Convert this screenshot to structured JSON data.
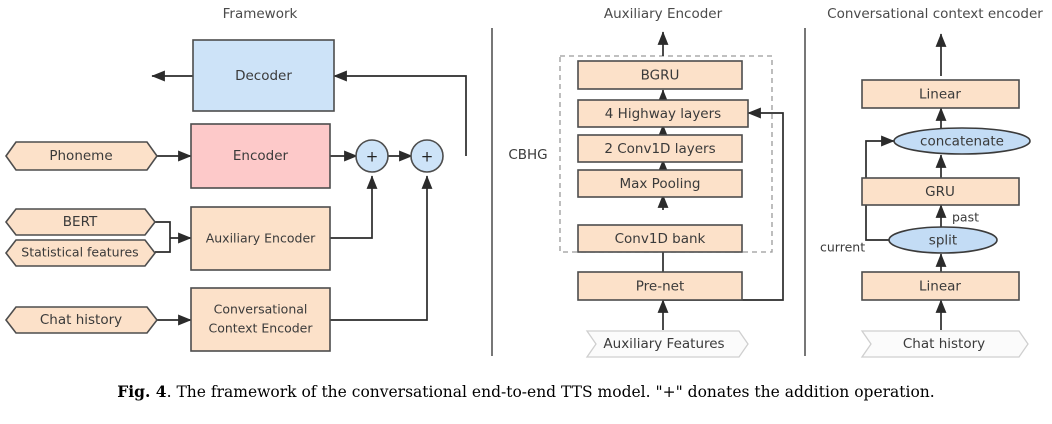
{
  "figure": {
    "caption_lead": "Fig. 4",
    "caption_text": ". The framework of the conversational end-to-end TTS model. \"+\" donates the addition operation."
  },
  "panels": [
    {
      "id": "framework",
      "title": "Framework"
    },
    {
      "id": "auxiliary-encoder",
      "title": "Auxiliary Encoder"
    },
    {
      "id": "conversational-context-encoder",
      "title": "Conversational context encoder"
    }
  ],
  "framework": {
    "nodes": {
      "decoder": "Decoder",
      "encoder": "Encoder",
      "phoneme": "Phoneme",
      "bert": "BERT",
      "statistical_features": "Statistical features",
      "chat_history": "Chat history",
      "auxiliary_encoder": "Auxiliary Encoder",
      "conversational_context_encoder_line1": "Conversational",
      "conversational_context_encoder_line2": "Context Encoder",
      "adder_1": "+",
      "adder_2": "+"
    }
  },
  "auxiliary_encoder": {
    "group_label": "CBHG",
    "nodes": {
      "bgru": "BGRU",
      "highway": "4 Highway layers",
      "conv1d_layers": "2 Conv1D layers",
      "max_pooling": "Max Pooling",
      "conv1d_bank": "Conv1D bank",
      "prenet": "Pre-net",
      "auxiliary_features": "Auxiliary Features"
    }
  },
  "conversational_context_encoder": {
    "nodes": {
      "linear_top": "Linear",
      "concatenate": "concatenate",
      "gru": "GRU",
      "split": "split",
      "linear_bottom": "Linear",
      "chat_history": "Chat history"
    },
    "edge_labels": {
      "past": "past",
      "current": "current"
    }
  },
  "colors": {
    "decoder_blue": "#cde3f8",
    "encoder_pink": "#fdc9c9",
    "module_peach": "#fce1c9",
    "ellipse_blue": "#c3dcf5",
    "input_gray": "#fbfbfb",
    "stroke": "#4d4d4d",
    "connector": "#2b2b2b"
  }
}
